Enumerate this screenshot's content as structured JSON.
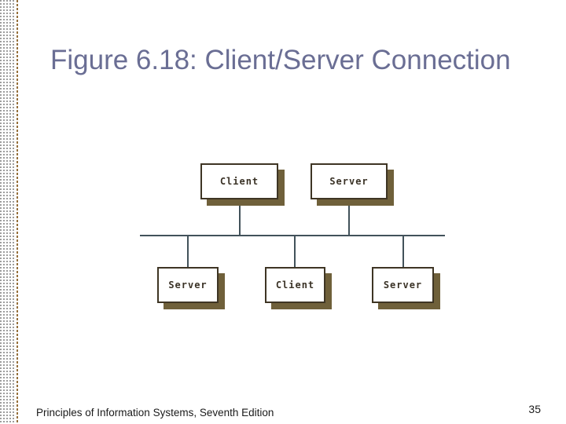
{
  "slide": {
    "title": "Figure 6.18: Client/Server Connection",
    "footer": "Principles of Information Systems, Seventh Edition",
    "page_number": "35"
  },
  "diagram": {
    "type": "bus-network",
    "top_nodes": [
      {
        "label": "Client"
      },
      {
        "label": "Server"
      }
    ],
    "bottom_nodes": [
      {
        "label": "Server"
      },
      {
        "label": "Client"
      },
      {
        "label": "Server"
      }
    ]
  },
  "colors": {
    "title-color": "#6a6e94",
    "box-face": "#ffffff",
    "box-border": "#3e3524",
    "box-shadow": "#6f603a",
    "label-color": "#3a3226",
    "connector-color": "#42525a",
    "footer-color": "#1a1a1a",
    "dot-color": "#9d9d9d",
    "dash-color": "#96703c"
  }
}
